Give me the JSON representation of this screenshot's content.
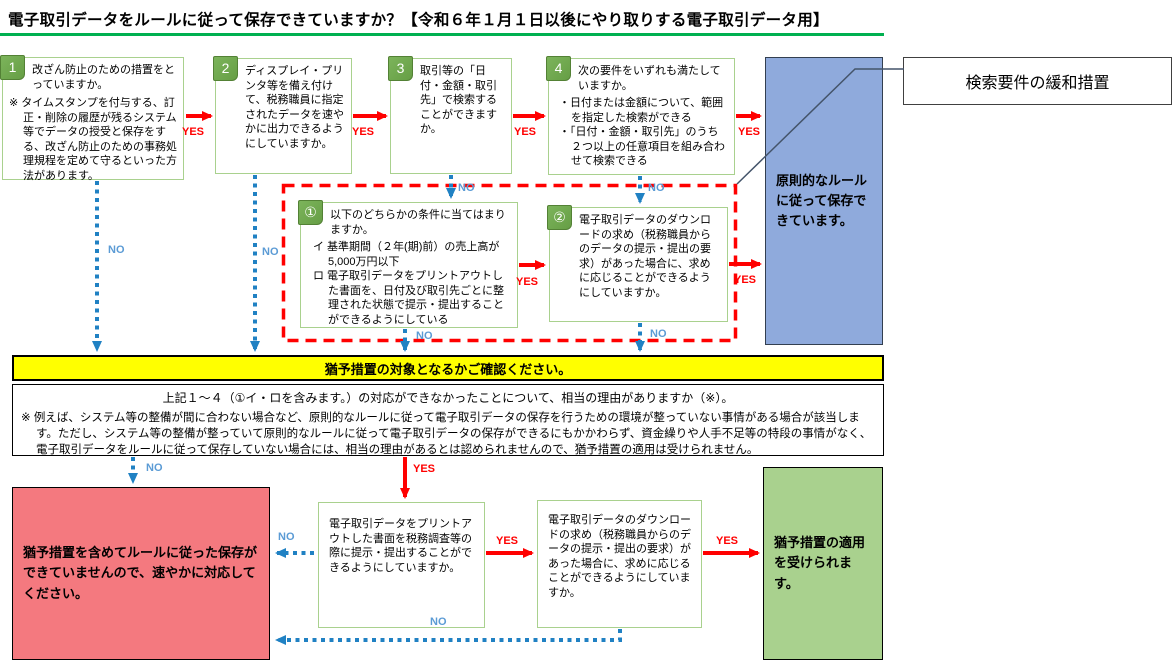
{
  "title": "電子取引データをルールに従って保存できていますか？【令和６年１月１日以後にやり取りする電子取引データ用】",
  "labels": {
    "yes": "YES",
    "no": "NO"
  },
  "callout": {
    "text": "検索要件の緩和措置"
  },
  "colors": {
    "accent_green": "#00B050",
    "box_border_green": "#A9D18E",
    "badge_green": "#6CA54A",
    "principle_blue": "#8FAADC",
    "fail_pink": "#F4797F",
    "grace_green": "#A9D18E",
    "banner_yellow": "#FFFF00",
    "arrow_red": "#FF0000",
    "arrow_blue": "#2081C3"
  },
  "flow": {
    "box1": {
      "badge": "1",
      "question": "改ざん防止のための措置をとっていますか。",
      "note": "※ タイムスタンプを付与する、訂正・削除の履歴が残るシステム等でデータの授受と保存をする、改ざん防止のための事務処理規程を定めて守るといった方法があります。"
    },
    "box2": {
      "badge": "2",
      "question": "ディスプレイ・プリンタ等を備え付けて、税務職員に指定されたデータを速やかに出力できるようにしていますか。"
    },
    "box3": {
      "badge": "3",
      "question": "取引等の「日付・金額・取引先」で検索することができますか。"
    },
    "box4": {
      "badge": "4",
      "question": "次の要件をいずれも満たしていますか。",
      "bullets": [
        "・日付または金額について、範囲を指定した検索ができる",
        "・「日付・金額・取引先」のうち２つ以上の任意項目を組み合わせて検索できる"
      ]
    },
    "principle_box": {
      "text": "原則的なルールに従って保存できています。"
    },
    "sub1": {
      "badge": "①",
      "question": "以下のどちらかの条件に当てはまりますか。",
      "items": [
        "イ 基準期間（２年(期)前）の売上高が5,000万円以下",
        "ロ 電子取引データをプリントアウトした書面を、日付及び取引先ごとに整理された状態で提示・提出することができるようにしている"
      ]
    },
    "sub2": {
      "badge": "②",
      "question": "電子取引データのダウンロードの求め（税務職員からのデータの提示・提出の要求）があった場合に、求めに応じることができるようにしていますか。"
    },
    "banner": {
      "text": "猶予措置の対象となるかご確認ください。"
    },
    "reason": {
      "question": "上記１～４（①イ・ロを含みます。）の対応ができなかったことについて、相当の理由がありますか（※）。",
      "note": "※ 例えば、システム等の整備が間に合わない場合など、原則的なルールに従って電子取引データの保存を行うための環境が整っていない事情がある場合が該当します。ただし、システム等の整備が整っていて原則的なルールに従って電子取引データの保存ができるにもかかわらず、資金繰りや人手不足等の特段の事情がなく、電子取引データをルールに従って保存していない場合には、相当の理由があるとは認められませんので、猶予措置の適用は受けられません。"
    },
    "fail_box": {
      "text": "猶予措置を含めてルールに従った保存ができていませんので、速やかに対応してください。"
    },
    "print_box": {
      "question": "電子取引データをプリントアウトした書面を税務調査等の際に提示・提出することができるようにしていますか。"
    },
    "download_box": {
      "question": "電子取引データのダウンロードの求め（税務職員からのデータの提示・提出の要求）があった場合に、求めに応じることができるようにしていますか。"
    },
    "grace_box": {
      "text": "猶予措置の適用を受けられます。"
    }
  }
}
